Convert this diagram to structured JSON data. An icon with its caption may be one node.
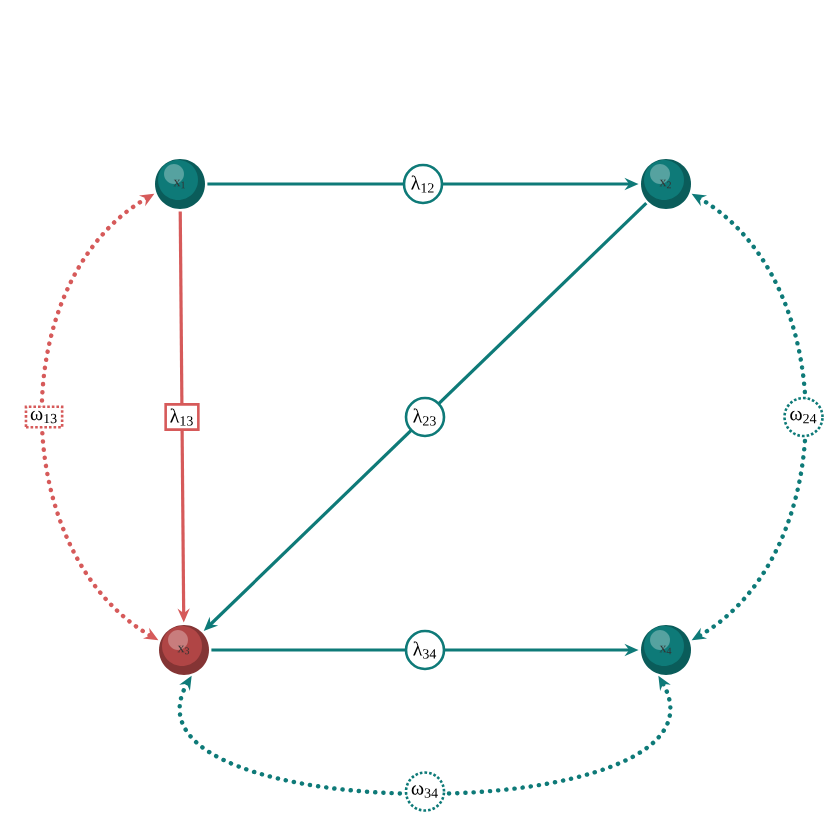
{
  "diagram": {
    "nodes": [
      {
        "text": [
          "x$_{1}$"
        ]
      },
      {
        "text": [
          "x$_{2}$"
        ]
      },
      {
        "text": [
          "x$_{3}$"
        ]
      },
      {
        "text": [
          "x$_{4}$"
        ]
      }
    ],
    "edges": [
      {
        "from": 0,
        "to": 1,
        "arrow": "to",
        "label": "λ$_{12}$"
      },
      {
        "from": 1,
        "to": 2,
        "arrow": "to",
        "label": "λ$_{23}$"
      },
      {
        "from": 0,
        "to": 2,
        "arrow": "to",
        "label": "λ$_{13}$",
        "color": "#d65a5a"
      },
      {
        "from": 2,
        "to": 3,
        "arrow": "to",
        "label": "λ$_{34}$"
      },
      {
        "from": 0,
        "to": 2,
        "arrow": "both",
        "label": "ω$_{13}$",
        "style": "dashed",
        "color": "#d65a5a"
      },
      {
        "from": 1,
        "to": 3,
        "arrow": "both",
        "label": "ω$_{24}$",
        "style": "dashed"
      },
      {
        "from": 2,
        "to": 3,
        "arrow": "both",
        "label": "ω$_{34}$",
        "style": "dashed"
      }
    ]
  }
}
